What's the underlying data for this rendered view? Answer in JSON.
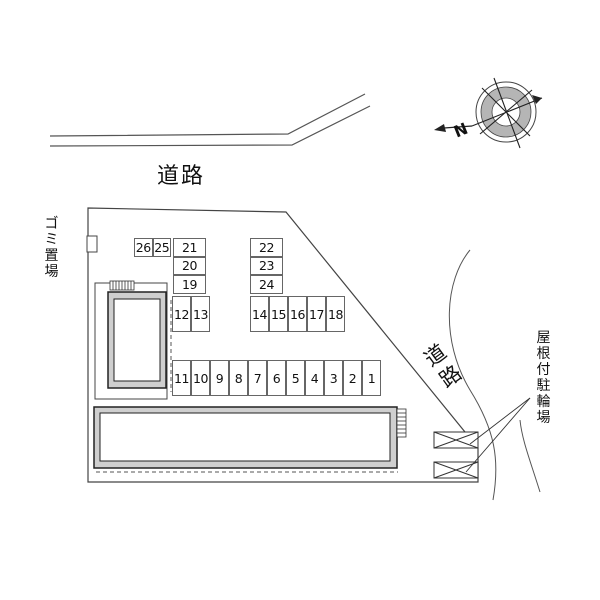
{
  "labels": {
    "road_top": "道路",
    "road_right": "道路",
    "garbage": "ゴミ置場",
    "bicycle_parking": "屋根付駐輪場"
  },
  "parking": {
    "spaces": [
      {
        "no": "26",
        "row": "top_left",
        "col": 0,
        "r": 0
      },
      {
        "no": "25",
        "row": "top_left",
        "col": 1,
        "r": 0
      },
      {
        "no": "21",
        "row": "top_left",
        "col": 2,
        "r": 0
      },
      {
        "no": "20",
        "row": "top_left",
        "col": 2,
        "r": 1
      },
      {
        "no": "19",
        "row": "top_left",
        "col": 2,
        "r": 2
      },
      {
        "no": "22",
        "row": "top_mid",
        "col": 0,
        "r": 0
      },
      {
        "no": "23",
        "row": "top_mid",
        "col": 0,
        "r": 1
      },
      {
        "no": "24",
        "row": "top_mid",
        "col": 0,
        "r": 2
      },
      {
        "no": "12",
        "row": "mid_left",
        "col": 0,
        "r": 0
      },
      {
        "no": "13",
        "row": "mid_left",
        "col": 1,
        "r": 0
      },
      {
        "no": "14",
        "row": "mid_right",
        "col": 0,
        "r": 0
      },
      {
        "no": "15",
        "row": "mid_right",
        "col": 1,
        "r": 0
      },
      {
        "no": "16",
        "row": "mid_right",
        "col": 2,
        "r": 0
      },
      {
        "no": "17",
        "row": "mid_right",
        "col": 3,
        "r": 0
      },
      {
        "no": "18",
        "row": "mid_right",
        "col": 4,
        "r": 0
      },
      {
        "no": "11",
        "row": "bottom",
        "col": 0,
        "r": 0
      },
      {
        "no": "10",
        "row": "bottom",
        "col": 1,
        "r": 0
      },
      {
        "no": "9",
        "row": "bottom",
        "col": 2,
        "r": 0
      },
      {
        "no": "8",
        "row": "bottom",
        "col": 3,
        "r": 0
      },
      {
        "no": "7",
        "row": "bottom",
        "col": 4,
        "r": 0
      },
      {
        "no": "6",
        "row": "bottom",
        "col": 5,
        "r": 0
      },
      {
        "no": "5",
        "row": "bottom",
        "col": 6,
        "r": 0
      },
      {
        "no": "4",
        "row": "bottom",
        "col": 7,
        "r": 0
      },
      {
        "no": "3",
        "row": "bottom",
        "col": 8,
        "r": 0
      },
      {
        "no": "2",
        "row": "bottom",
        "col": 9,
        "r": 0
      },
      {
        "no": "1",
        "row": "bottom",
        "col": 10,
        "r": 0
      }
    ]
  },
  "compass": {
    "north_letter": "N"
  },
  "colors": {
    "line": "#333333",
    "building_fill": "#cfcfcf",
    "road_line": "#666666"
  }
}
